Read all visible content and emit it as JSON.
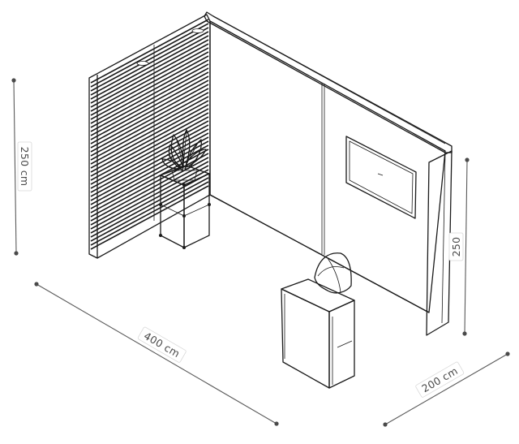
{
  "dimensions": {
    "height_left": "250 cm",
    "width_front": "400 cm",
    "depth_right": "200 cm",
    "height_right": "250"
  },
  "colors": {
    "line": "#1a1a1a",
    "dimension": "#5a5a5a",
    "background": "#ffffff",
    "tv_screen": "#f4f4f4"
  }
}
